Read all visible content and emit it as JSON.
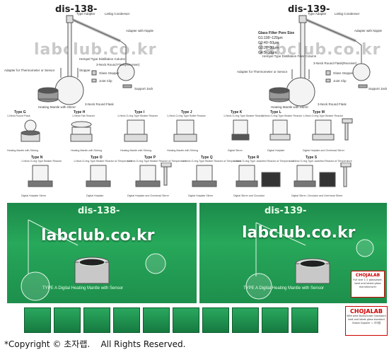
{
  "top_left": {
    "title": "dis-138-",
    "watermark": "labclub.co.kr",
    "callouts": [
      "Type Adapter",
      "Liebig Condenser",
      "Adapter with Nipple",
      "Hempel Type Distillation Column",
      "Stopper",
      "3-Neck Round Flask(Receiver)",
      "Glass Stopper",
      "Joint Clip",
      "Support Jack",
      "Adapter for Thermometer or Sensor",
      "3-Neck Round Flask",
      "Heating Mantle with Stirrer"
    ]
  },
  "top_right": {
    "title": "dis-139-",
    "watermark": "labclub.co.kr",
    "filter_title": "Glass Filter Pore Size",
    "filter_sizes": [
      "G1:100~120μm",
      "G2:40~50μm",
      "G3:20~30μm",
      "G4:5~10μm"
    ],
    "callouts": [
      "Type Adapter",
      "Liebig Condenser",
      "Adapter with Nipple",
      "Hempel Type Distillation Filter Column",
      "3-Neck Round Flask(Receiver)",
      "Glass Stopper",
      "Joint Clip",
      "Support Jack",
      "Adapter for Thermometer or Sensor",
      "3-Neck Round Flask",
      "Heating Mantle with Stirrer"
    ]
  },
  "types_row1": [
    {
      "label": "Type G",
      "desc": "1-Neck Round Flask"
    },
    {
      "label": "Type H",
      "desc": "1-Neck Flat Reactor"
    },
    {
      "label": "Type I",
      "desc": "1-Neck O-ring Type Beaker Reactor"
    },
    {
      "label": "Type J",
      "desc": "1-Neck O-ring Type Bottle Reactor"
    },
    {
      "label": "Type K",
      "desc": "1-Neck O-ring Type Beaker Reactor"
    },
    {
      "label": "Type L",
      "desc": "1-Neck O-ring Type Beaker Reactor"
    },
    {
      "label": "Type M",
      "desc": "1-Neck O-ring Type Beaker Reactor"
    }
  ],
  "captions_row1": [
    "Heating Mantle with Stirring",
    "Heating Mantle with Stirring",
    "Heating Mantle with Stirring",
    "Heating Mantle with Stirring",
    "Digital Stirrer",
    "Digital Hotplate",
    "Digital Hotplate and Overhead Stirrer"
  ],
  "types_row2": [
    {
      "label": "Type N",
      "desc": "1-Neck O-ring Type Beaker Reactor"
    },
    {
      "label": "Type O",
      "desc": "1-Neck O-ring Type Beaker Reactor w/ Temperature"
    },
    {
      "label": "Type P",
      "desc": "1-Neck O-ring Type Beaker Reactor w/ Temperature"
    },
    {
      "label": "Type Q",
      "desc": "1-Neck O-ring Type Beaker Reactor w/ Temperature"
    },
    {
      "label": "Type R",
      "desc": "1-Neck O-ring Type Jacketed Reactor w/ Temperature"
    },
    {
      "label": "Type S",
      "desc": "1-Neck O-ring Type Jacketed Reactor w/ Temperature"
    }
  ],
  "captions_row2": [
    "Digital Hotplate Stirrer",
    "Digital Hotplate",
    "Digital Hotplate and Overhead Stirrer",
    "Digital Hotplate Stirrer",
    "Digital Stirrer and Circulator",
    "Digital Stirrer, Circulator and Overhead Stirrer"
  ],
  "photo_left": {
    "title": "dis-138-",
    "watermark": "labclub.co.kr",
    "caption": "TYPE A   Digital Heating Mantle with Sensor"
  },
  "photo_right": {
    "title": "dis-139-",
    "watermark": "labclub.co.kr",
    "caption": "TYPE A   Digital Heating Mantle with Sensor",
    "brand": "CHOJALAB",
    "brand_note": "Full size 1:1 glassware, best and latest glass manufacturer"
  },
  "footer": {
    "copyright": "*Copyright © 초자랩.    All Rights Reserved.",
    "brand": "CHOJALAB",
    "brand_note1": "With best Borosilicate Glassware",
    "brand_note2": "best and latest glass standard",
    "brand_note3": "Global Supplier = 초자랩"
  },
  "colors": {
    "photo_bg": "#1f9a52",
    "brand_red": "#cc0000",
    "text_dark": "#222222"
  }
}
